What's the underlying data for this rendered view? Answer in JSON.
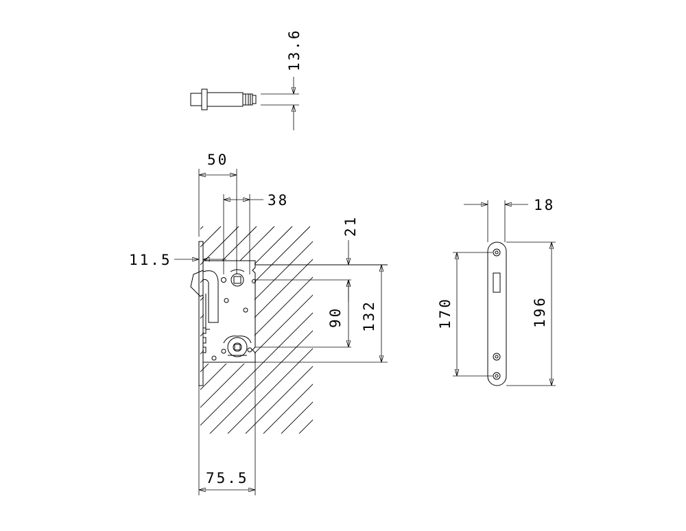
{
  "dimensions": {
    "pin_diameter": "13.6",
    "backset_total": "50",
    "backset": "38",
    "faceplate_thickness": "11.5",
    "top_offset": "21",
    "center_distance": "90",
    "case_height": "132",
    "case_depth": "75.5",
    "strike_width": "18",
    "strike_screw_spacing": "170",
    "strike_height": "196"
  }
}
